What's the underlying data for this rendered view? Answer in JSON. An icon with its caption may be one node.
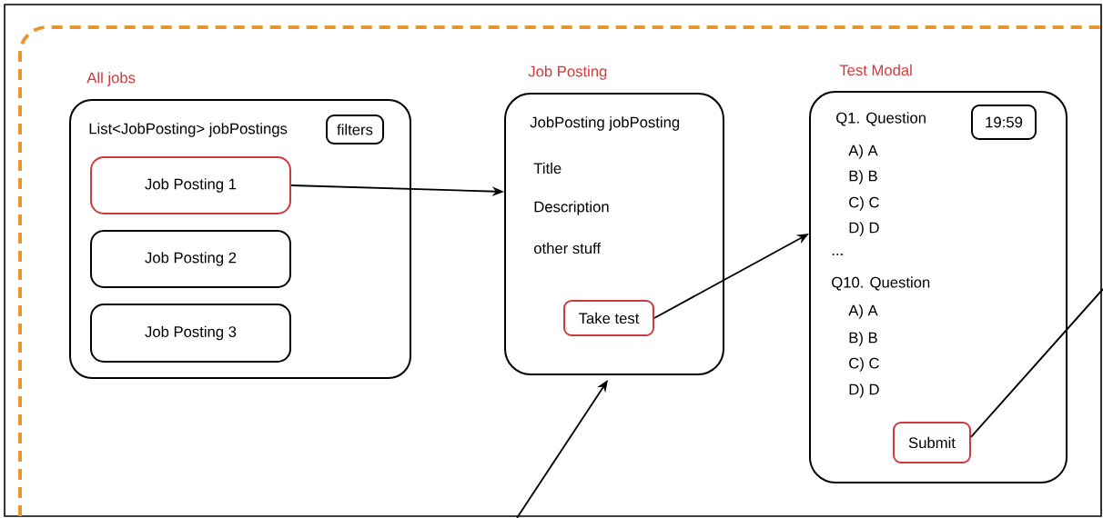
{
  "diagram": {
    "nodes": [
      {
        "text": [],
        "shape": "box"
      },
      {
        "text": [
          "All jobs",
          "List<JobPosting> jobPostings"
        ],
        "in": 0
      },
      {
        "text": [
          "filters"
        ],
        "in": 1
      },
      {
        "text": [
          "Job Posting 1"
        ],
        "in": 1
      },
      {
        "text": [
          "Job Posting 2"
        ],
        "in": 1
      },
      {
        "text": [
          "Job Posting 3"
        ],
        "in": 1
      },
      {
        "text": [
          "Job Posting",
          "JobPosting jobPosting",
          "Title",
          "Description",
          "other stuff"
        ],
        "in": 0
      },
      {
        "text": [
          "Take test"
        ],
        "in": 6
      },
      {
        "text": [
          "Test Modal",
          "Q1. Question",
          "A) A",
          "B) B",
          "C) C",
          "D) D",
          "...",
          "Q10. Question",
          "A) A",
          "B) B",
          "C) C",
          "D) D"
        ],
        "in": 0
      },
      {
        "text": [
          "19:59"
        ],
        "in": 8
      },
      {
        "text": [
          "Submit"
        ],
        "in": 8
      }
    ],
    "edges": [
      {
        "from": 3,
        "to": 6,
        "arrow": "to"
      },
      {
        "from": 7,
        "to": 8,
        "arrow": "to"
      },
      {
        "from": 10,
        "to": null,
        "arrow": "none"
      },
      {
        "from": null,
        "to": 6,
        "arrow": "to"
      }
    ]
  }
}
